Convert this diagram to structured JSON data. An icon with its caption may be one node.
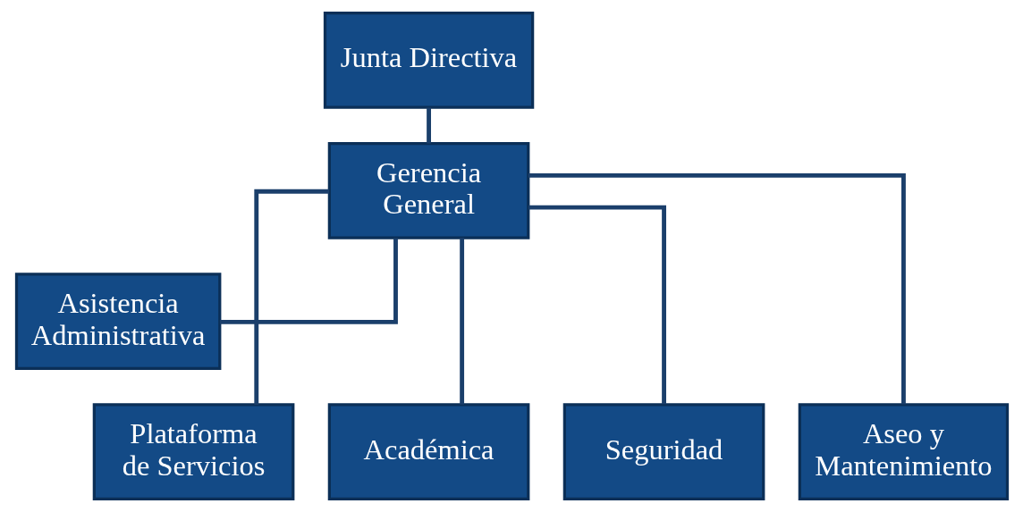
{
  "diagram": {
    "nodes": [
      {
        "text": [
          "Junta Directiva"
        ]
      },
      {
        "text": [
          "Gerencia General"
        ]
      },
      {
        "text": [
          "Asistencia Administrativa"
        ]
      },
      {
        "text": [
          "Plataforma de Servicios"
        ]
      },
      {
        "text": [
          "Académica"
        ]
      },
      {
        "text": [
          "Seguridad"
        ]
      },
      {
        "text": [
          "Aseo y Mantenimiento"
        ]
      }
    ],
    "edges": [
      {
        "from": 0,
        "to": 1,
        "arrow": "none"
      },
      {
        "from": 1,
        "to": 2,
        "arrow": "none"
      },
      {
        "from": 1,
        "to": 3,
        "arrow": "none"
      },
      {
        "from": 1,
        "to": 4,
        "arrow": "none"
      },
      {
        "from": 1,
        "to": 5,
        "arrow": "none"
      },
      {
        "from": 1,
        "to": 6,
        "arrow": "none"
      }
    ]
  }
}
